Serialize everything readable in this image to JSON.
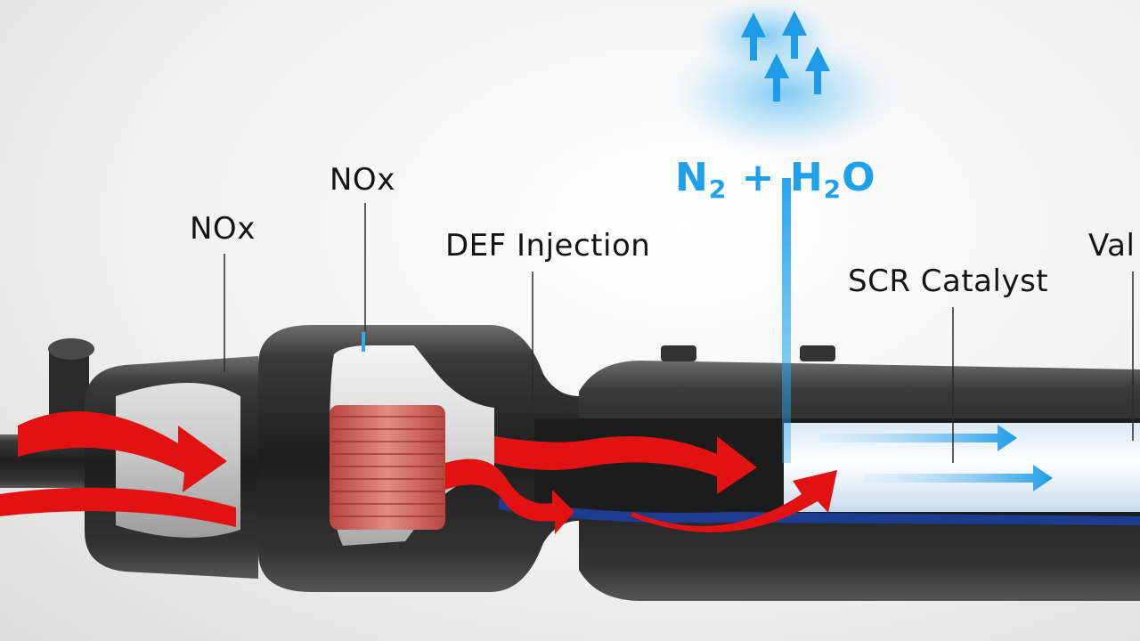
{
  "labels": {
    "nox_left": "NOx",
    "nox_top": "NOx",
    "def_injection": "DEF Injection",
    "scr_catalyst": "SCR Catalyst",
    "valve_partial": "Val"
  },
  "formula": {
    "n": "N",
    "n_sub": "2",
    "plus": "+",
    "h": "H",
    "h_sub": "2",
    "o": "O"
  },
  "colors": {
    "exhaust_flow": "#e31212",
    "clean_flow": "#1e9be6",
    "pipe_body": "#2b2b2b",
    "catalyst_core": "#c9574f"
  },
  "icons": {
    "inflow_arrows": "red-arrow-icon",
    "outflow_arrows": "blue-arrow-icon",
    "vapor_arrows": "up-arrow-icon"
  }
}
